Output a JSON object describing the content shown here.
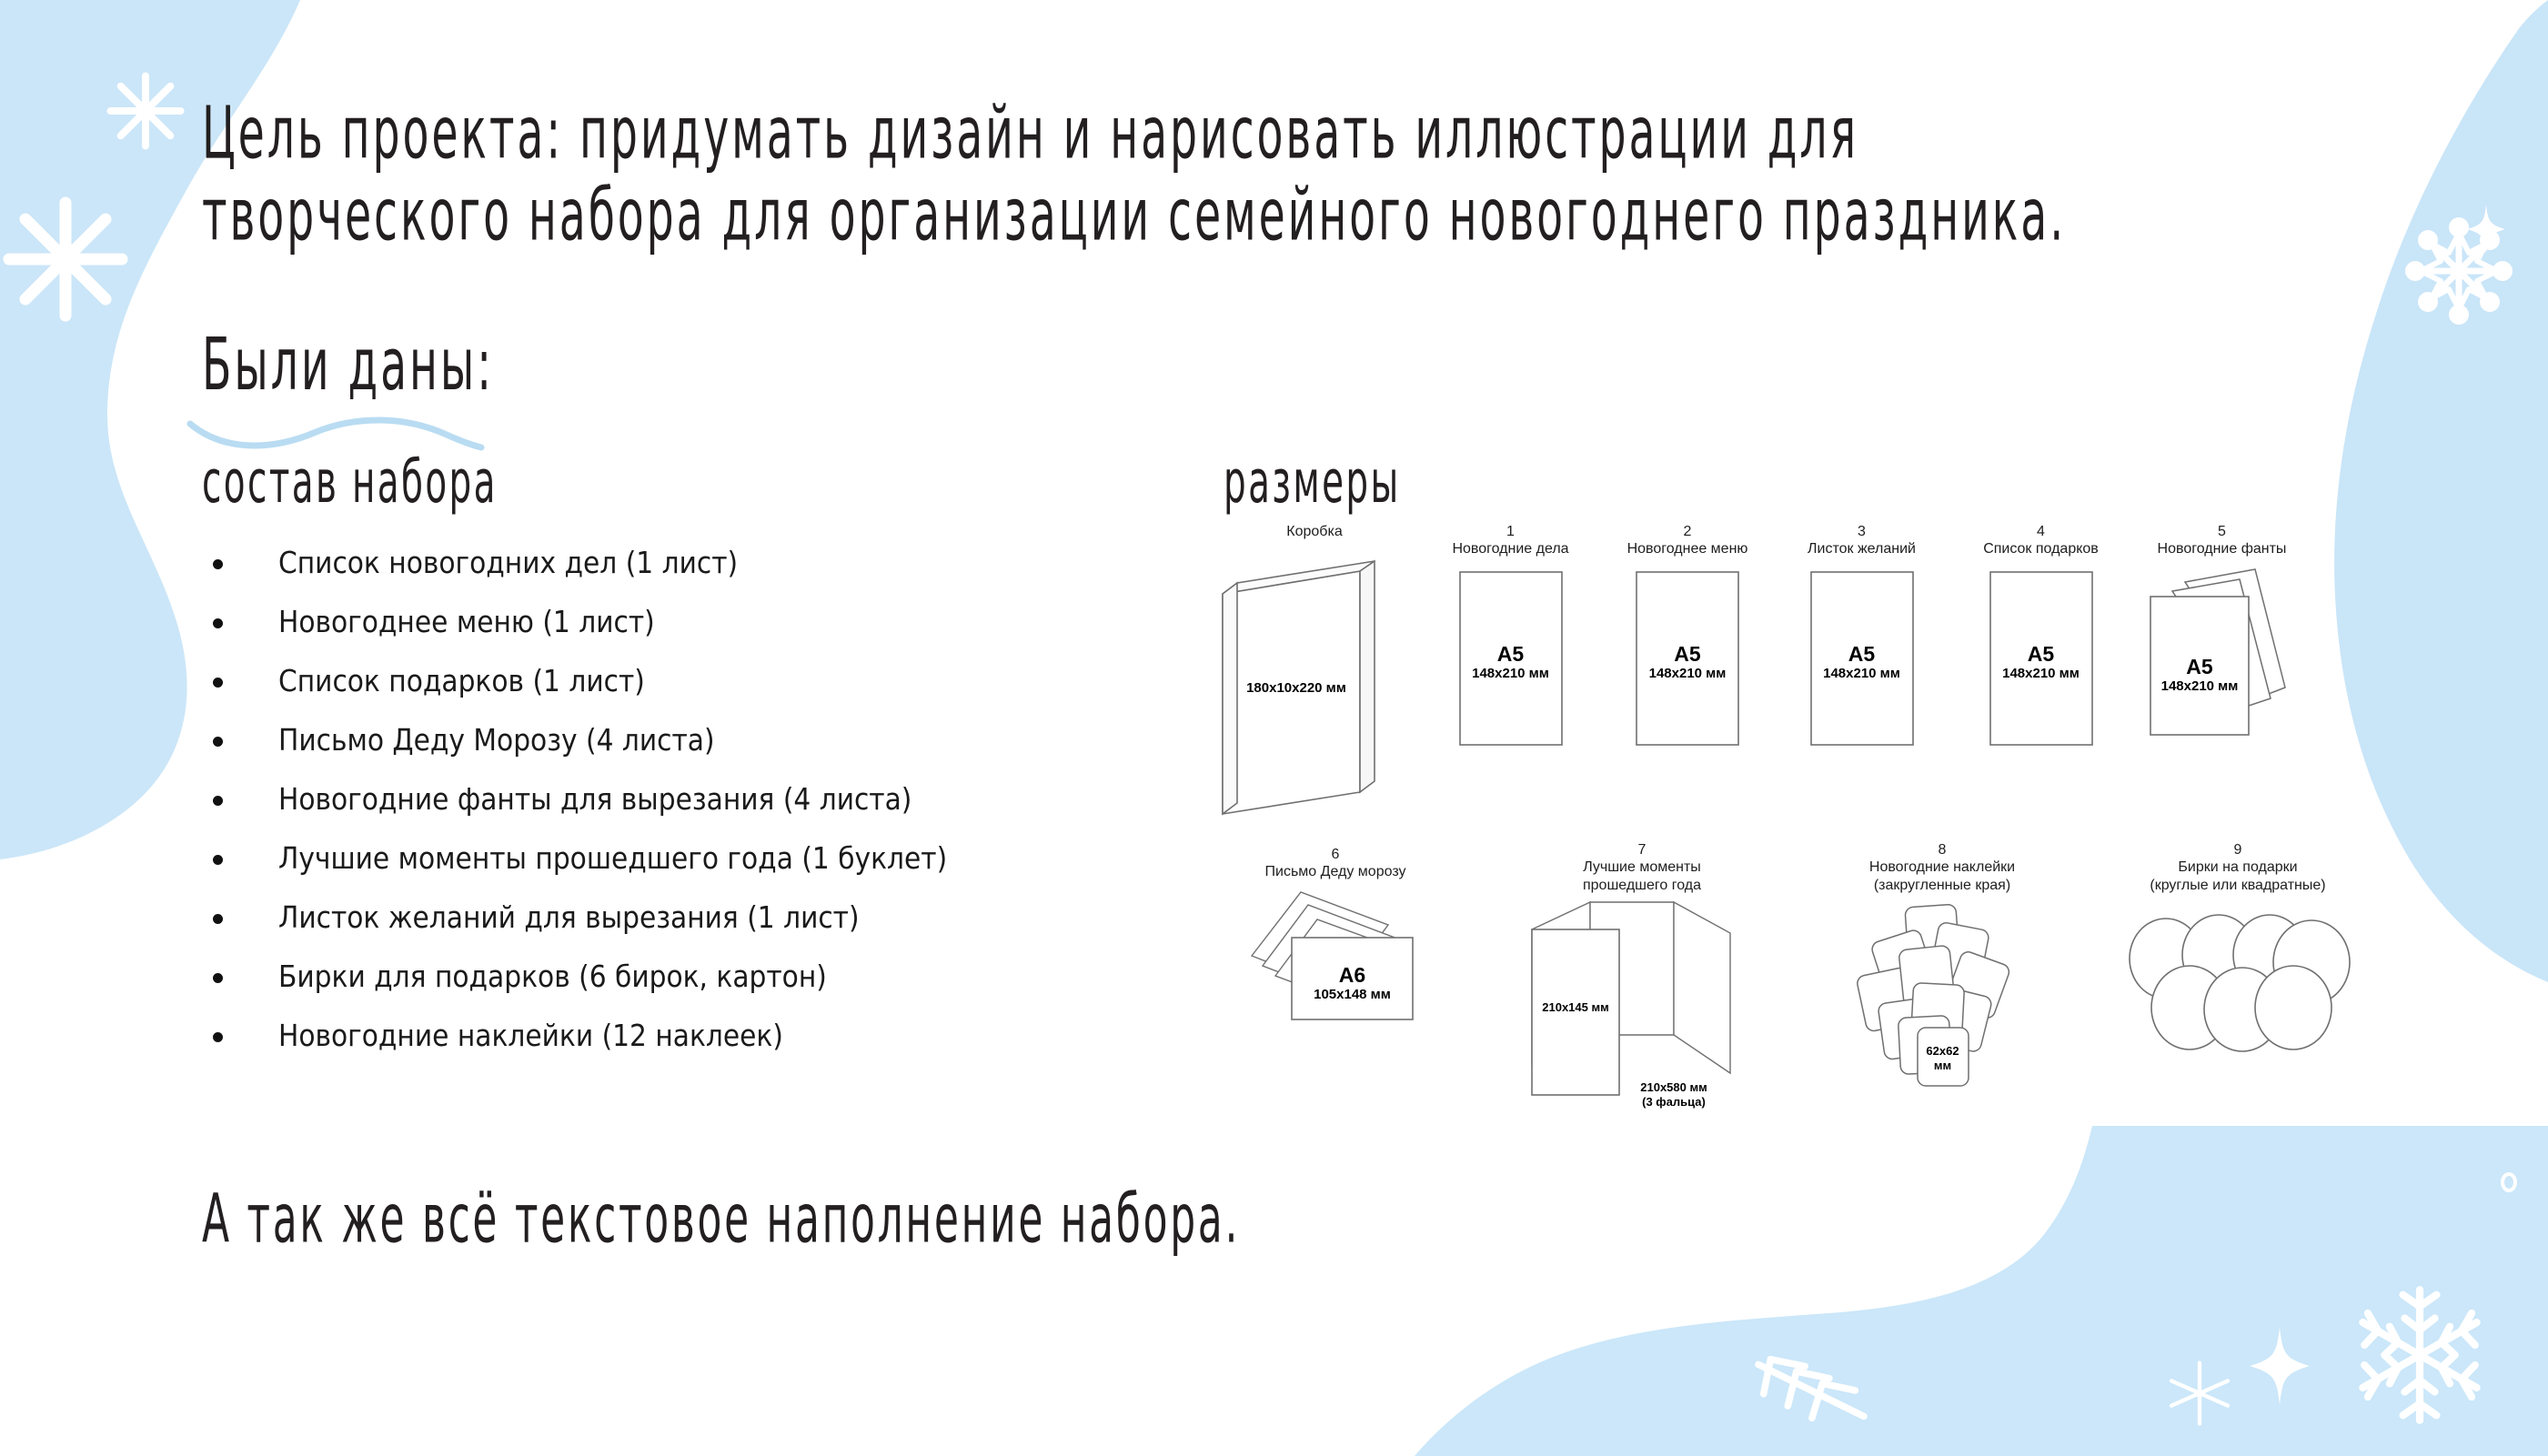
{
  "colors": {
    "accent_blue": "#bfe0f5",
    "accent_blue_light": "#cfe9f9",
    "text_dark": "#231f20",
    "underline_blue": "#b9dcf2",
    "outline_gray": "#6f6f6f"
  },
  "goal": {
    "line1": "Цель проекта: придумать дизайн и нарисовать иллюстрации для",
    "line2": "творческого набора для организации семейного новогоднего праздника."
  },
  "given_heading": "Были даны:",
  "columns": {
    "kit_heading": "состав набора",
    "sizes_heading": "размеры"
  },
  "kit_items": [
    "Список новогодних дел (1 лист)",
    "Новогоднее меню (1 лист)",
    "Список подарков (1 лист)",
    "Письмо Деду Морозу (4 листа)",
    "Новогодние фанты для вырезания (4 листа)",
    "Лучшие моменты прошедшего года (1 буклет)",
    "Листок желаний для вырезания (1 лист)",
    "Бирки для подарков (6 бирок, картон)",
    "Новогодние наклейки (12 наклеек)"
  ],
  "closing_line": "А так же всё текстовое наполнение набора.",
  "sizes": {
    "box": {
      "number": "",
      "caption": "Коробка",
      "dimension": "180x10x220 мм"
    },
    "items": [
      {
        "number": "1",
        "caption": "Новогодние дела",
        "format": "А5",
        "dimension": "148x210 мм"
      },
      {
        "number": "2",
        "caption": "Новогоднее меню",
        "format": "А5",
        "dimension": "148x210 мм"
      },
      {
        "number": "3",
        "caption": "Листок желаний",
        "format": "А5",
        "dimension": "148x210 мм"
      },
      {
        "number": "4",
        "caption": "Список подарков",
        "format": "А5",
        "dimension": "148x210 мм"
      },
      {
        "number": "5",
        "caption": "Новогодние фанты",
        "format": "А5",
        "dimension": "148x210 мм"
      },
      {
        "number": "6",
        "caption": "Письмо Деду морозу",
        "format": "А6",
        "dimension": "105x148 мм"
      },
      {
        "number": "7",
        "caption_line1": "Лучшие моменты",
        "caption_line2": "прошедшего года",
        "dimension_inner": "210x145 мм",
        "dimension_outer": "210x580 мм",
        "dimension_note": "(3 фальца)"
      },
      {
        "number": "8",
        "caption_line1": "Новогодние наклейки",
        "caption_line2": "(закругленные края)",
        "dimension_line1": "62x62",
        "dimension_line2": "мм"
      },
      {
        "number": "9",
        "caption_line1": "Бирки на подарки",
        "caption_line2": "(круглые или квадратные)"
      }
    ]
  },
  "decorations": {
    "top_left_blob": "blue-blob-shape",
    "top_right_blob": "blue-blob-shape",
    "bottom_wave": "blue-wave-shape",
    "snowflakes": [
      "asterisk-snowflake-icon",
      "star-sparkle-icon",
      "dotted-snowflake-icon",
      "branch-snowflake-icon",
      "classic-snowflake-icon"
    ]
  }
}
